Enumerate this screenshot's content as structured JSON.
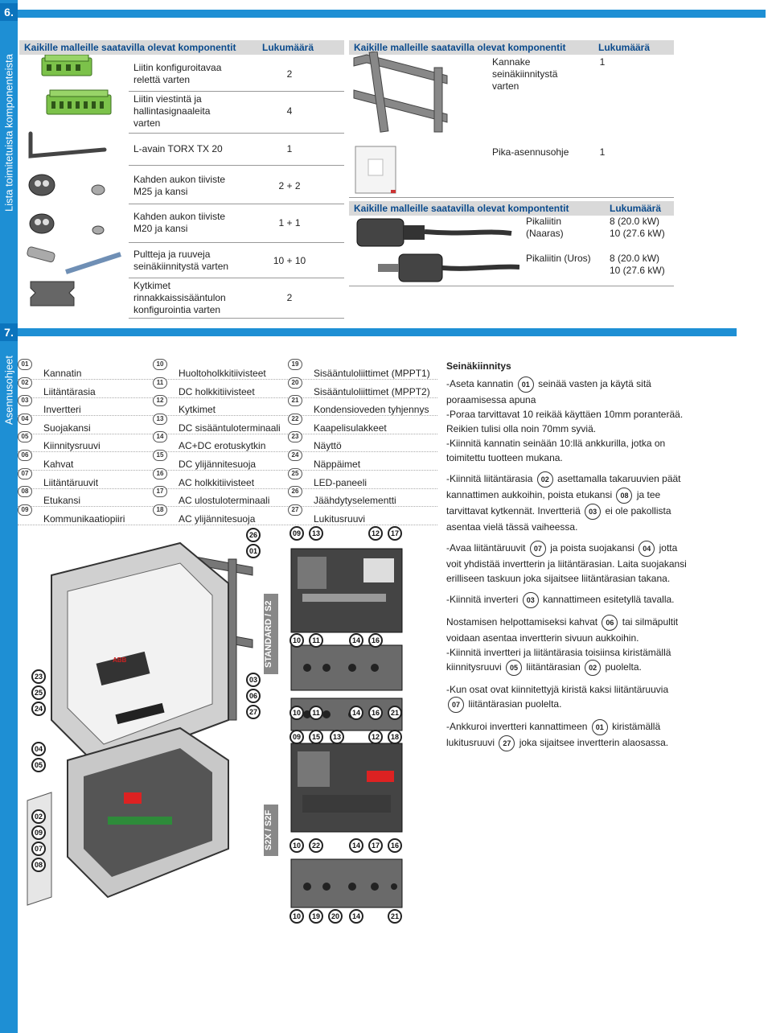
{
  "side": {
    "sec6_num": "6.",
    "sec6_label": "Lista toimitetuista komponenteista",
    "sec7_num": "7.",
    "sec7_label": "Asennusohjeet"
  },
  "left_table": {
    "header_name": "Kaikille malleille saatavilla olevat komponentit",
    "header_qty": "Lukumäärä",
    "rows": [
      {
        "name": "Liitin konfiguroitavaa\nrelettä varten",
        "qty": "2"
      },
      {
        "name": "Liitin viestintä ja\nhallintasignaaleita\nvarten",
        "qty": "4"
      },
      {
        "name": "L-avain TORX TX 20",
        "qty": "1"
      },
      {
        "name": "Kahden aukon tiiviste\nM25 ja kansi",
        "qty": "2 + 2"
      },
      {
        "name": "Kahden aukon tiiviste\nM20 ja kansi",
        "qty": "1 + 1"
      },
      {
        "name": "Pultteja ja ruuveja\nseinäkiinnitystä varten",
        "qty": "10 + 10"
      },
      {
        "name": "Kytkimet\nrinnakkaissisääntulon\nkonfigurointia varten",
        "qty": "2"
      }
    ]
  },
  "right_table1": {
    "header_name": "Kaikille malleille saatavilla olevat komponentit",
    "header_qty": "Lukumäärä",
    "rows": [
      {
        "name": "Kannake\nseinäkiinnitystä\nvarten",
        "qty": "1"
      },
      {
        "name": "Pika-asennusohje",
        "qty": "1"
      }
    ]
  },
  "right_table2": {
    "header_name": "Kaikille malleille saatavilla olevat kompontentit",
    "header_qty": "Lukumäärä",
    "rows": [
      {
        "name": "Pikaliitin\n(Naaras)",
        "qty": "8 (20.0 kW)\n10 (27.6 kW)"
      },
      {
        "name": "Pikaliitin (Uros)",
        "qty": "8 (20.0 kW)\n10 (27.6 kW)"
      }
    ]
  },
  "legend": [
    [
      {
        "num": "01",
        "label": "Kannatin"
      },
      {
        "num": "10",
        "label": "Huoltoholkkitiivisteet"
      },
      {
        "num": "19",
        "label": "Sisääntuloliittimet (MPPT1)"
      }
    ],
    [
      {
        "num": "02",
        "label": "Liitäntärasia"
      },
      {
        "num": "11",
        "label": "DC holkkitiivisteet"
      },
      {
        "num": "20",
        "label": "Sisääntuloliittimet (MPPT2)"
      }
    ],
    [
      {
        "num": "03",
        "label": "Invertteri"
      },
      {
        "num": "12",
        "label": "Kytkimet"
      },
      {
        "num": "21",
        "label": "Kondensioveden tyhjennys"
      }
    ],
    [
      {
        "num": "04",
        "label": "Suojakansi"
      },
      {
        "num": "13",
        "label": "DC sisääntuloterminaali"
      },
      {
        "num": "22",
        "label": "Kaapelisulakkeet"
      }
    ],
    [
      {
        "num": "05",
        "label": "Kiinnitysruuvi"
      },
      {
        "num": "14",
        "label": "AC+DC erotuskytkin"
      },
      {
        "num": "23",
        "label": "Näyttö"
      }
    ],
    [
      {
        "num": "06",
        "label": "Kahvat"
      },
      {
        "num": "15",
        "label": "DC ylijännitesuoja"
      },
      {
        "num": "24",
        "label": "Näppäimet"
      }
    ],
    [
      {
        "num": "07",
        "label": "Liitäntäruuvit"
      },
      {
        "num": "16",
        "label": "AC holkkitiivisteet"
      },
      {
        "num": "25",
        "label": "LED-paneeli"
      }
    ],
    [
      {
        "num": "08",
        "label": "Etukansi"
      },
      {
        "num": "17",
        "label": "AC ulostuloterminaali"
      },
      {
        "num": "26",
        "label": "Jäähdytyselementti"
      }
    ],
    [
      {
        "num": "09",
        "label": "Kommunikaatiopiiri"
      },
      {
        "num": "18",
        "label": "AC ylijännitesuoja"
      },
      {
        "num": "27",
        "label": "Lukitusruuvi"
      }
    ]
  ],
  "instructions": {
    "title": "Seinäkiinnitys",
    "p1_a": "-Aseta kannatin",
    "p1_b": "seinää vasten ja käytä sitä poraamisessa apuna",
    "p1_c": "-Poraa tarvittavat 10 reikää käyttäen 10mm poranterää. Reikien tulisi olla noin 70mm syviä.",
    "p1_d": "-Kiinnitä kannatin seinään 10:llä ankkurilla, jotka on toimitettu tuotteen mukana.",
    "p2_a": "-Kiinnitä liitäntärasia",
    "p2_b": "asettamalla takaruuvien päät kannattimen aukkoihin, poista etukansi",
    "p2_c": "ja tee tarvittavat kytkennät. Invertteriä",
    "p2_d": "ei ole pakollista asentaa vielä tässä vaiheessa.",
    "p3_a": "-Avaa liitäntäruuvit",
    "p3_b": "ja poista suojakansi",
    "p3_c": "jotta voit yhdistää invertterin ja liitäntärasian. Laita suojakansi erilliseen taskuun joka sijaitsee liitäntärasian takana.",
    "p4_a": "-Kiinnitä inverteri",
    "p4_b": "kannattimeen esitetyllä tavalla.",
    "p5_a": "Nostamisen helpottamiseksi kahvat",
    "p5_b": "tai silmäpultit voidaan asentaa invertterin sivuun aukkoihin.",
    "p5_c": "-Kiinnitä invertteri ja liitäntärasia toisiinsa kiristämällä kiinnitysruuvi",
    "p5_d": "liitäntärasian",
    "p5_e": "puolelta.",
    "p6_a": "-Kun osat ovat kiinnitettyjä kiristä kaksi liitäntäruuvia",
    "p6_b": "liitäntärasian puolelta.",
    "p7_a": "-Ankkuroi invertteri kannattimeen",
    "p7_b": "kiristämällä lukitusruuvi",
    "p7_c": "joka sijaitsee invertterin alaosassa.",
    "b01": "01",
    "b02": "02",
    "b08": "08",
    "b03": "03",
    "b07": "07",
    "b04": "04",
    "b06": "06",
    "b05": "05",
    "b27": "27"
  },
  "diagram": {
    "standard_label": "STANDARD / S2",
    "s2x_label": "S2X / S2F",
    "inverter_logo": "ABB",
    "left_callouts": [
      "23",
      "25",
      "24",
      "04",
      "05",
      "02",
      "09",
      "07",
      "08"
    ],
    "mid_callouts": [
      "26",
      "01",
      "03",
      "06",
      "27"
    ],
    "std_top": [
      "09",
      "13",
      "12",
      "17"
    ],
    "std_bottom1": [
      "10",
      "11",
      "14",
      "16"
    ],
    "std_bottom2": [
      "10",
      "11",
      "14",
      "16",
      "21"
    ],
    "s2x_top": [
      "09",
      "15",
      "13",
      "12",
      "18"
    ],
    "s2x_mid": [
      "10",
      "22",
      "14",
      "17",
      "16"
    ],
    "s2x_bottom": [
      "10",
      "19",
      "20",
      "14",
      "21"
    ]
  }
}
